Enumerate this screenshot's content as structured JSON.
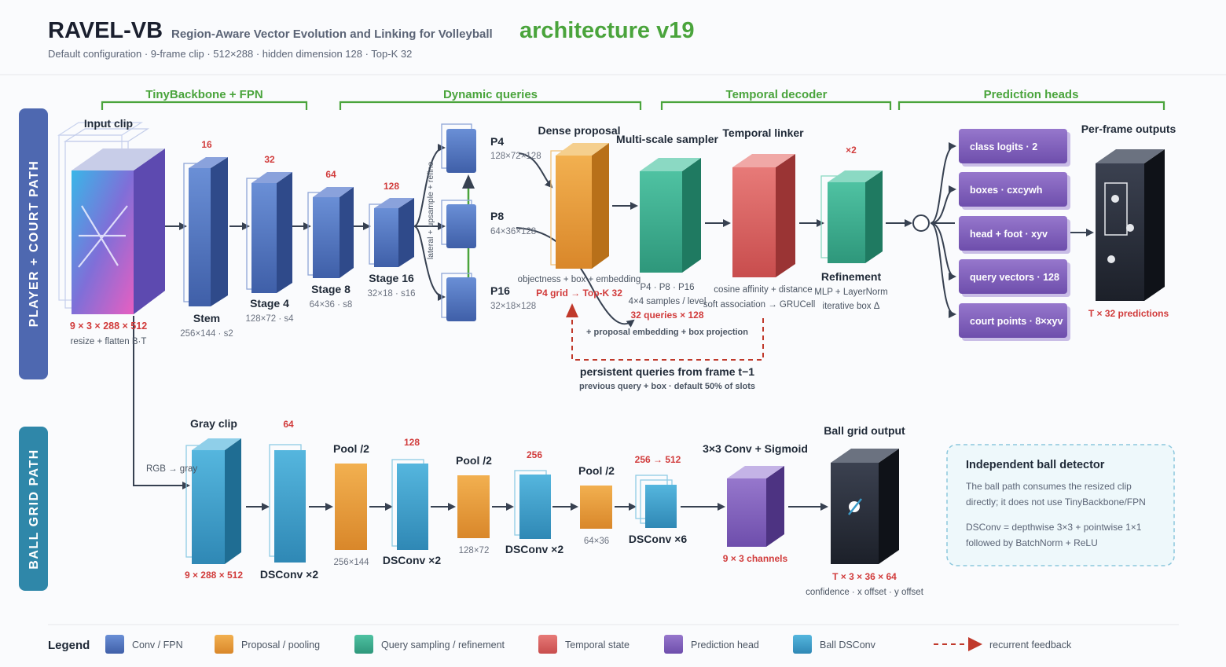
{
  "header": {
    "title": "RAVEL-VB",
    "subtitle": "Region-Aware Vector Evolution and Linking for Volleyball",
    "version": "architecture v19",
    "caption": "Default configuration · 9-frame clip · 512×288 · hidden dimension 128 · Top-K 32"
  },
  "groups": [
    "TinyBackbone + FPN",
    "Dynamic queries",
    "Temporal decoder",
    "Prediction heads"
  ],
  "paths": {
    "player": "PLAYER + COURT PATH",
    "ball": "BALL GRID PATH"
  },
  "top": {
    "input": {
      "label": "Input clip",
      "shape": "9 × 3 × 288 × 512",
      "note": "resize + flatten B·T"
    },
    "stem": {
      "channels": "16",
      "label": "Stem",
      "dim": "256×144 · s2"
    },
    "stage4": {
      "channels": "32",
      "label": "Stage 4",
      "dim": "128×72 · s4"
    },
    "stage8": {
      "channels": "64",
      "label": "Stage 8",
      "dim": "64×36 · s8"
    },
    "stage16": {
      "channels": "128",
      "label": "Stage 16",
      "dim": "32×18 · s16"
    },
    "fpn_note": "lateral + upsample + refine",
    "p4": {
      "label": "P4",
      "dim": "128×72×128"
    },
    "p8": {
      "label": "P8",
      "dim": "64×36×128"
    },
    "p16": {
      "label": "P16",
      "dim": "32×18×128"
    },
    "dense": {
      "label": "Dense proposal",
      "note": "objectness + box + embedding",
      "red": "P4 grid → Top-K 32"
    },
    "sampler": {
      "label": "Multi-scale sampler",
      "levels": "P4 · P8 · P16",
      "note": "4×4 samples / level",
      "red": "32 queries × 128"
    },
    "linker": {
      "label": "Temporal linker",
      "note1": "cosine affinity + distance",
      "note2": "soft association → GRUCell"
    },
    "refine": {
      "times": "×2",
      "label": "Refinement",
      "note1": "MLP + LayerNorm",
      "note2": "iterative box Δ"
    },
    "heads": [
      "class logits · 2",
      "boxes · cxcywh",
      "head + foot · xyv",
      "query vectors · 128",
      "court points · 8×xyv"
    ],
    "outputs": {
      "label": "Per-frame outputs",
      "red": "T × 32 predictions"
    },
    "feedback": {
      "note": "+ proposal embedding + box projection",
      "label": "persistent queries from frame t−1",
      "sub": "previous query + box · default 50% of slots"
    }
  },
  "bottom": {
    "gray": {
      "label": "Gray clip",
      "channels": "64",
      "rgb": "RGB → gray",
      "shape": "9 × 288 × 512"
    },
    "ds1": {
      "label": "DSConv ×2"
    },
    "pool1": {
      "label": "Pool /2",
      "dim": "256×144"
    },
    "ds2": {
      "channels": "128",
      "label": "DSConv ×2"
    },
    "pool2": {
      "label": "Pool /2",
      "dim": "128×72"
    },
    "ds3": {
      "channels": "256",
      "label": "DSConv ×2"
    },
    "pool3": {
      "label": "Pool /2",
      "dim": "64×36"
    },
    "ds4": {
      "channels": "256 → 512",
      "label": "DSConv ×6"
    },
    "conv": {
      "label": "3×3 Conv + Sigmoid",
      "red": "9 × 3 channels"
    },
    "grid": {
      "label": "Ball grid output",
      "red": "T × 3 × 36 × 64",
      "note": "confidence · x offset · y offset"
    }
  },
  "ball_box": {
    "title": "Independent ball detector",
    "line1": "The ball path consumes the resized clip",
    "line2": "directly; it does not use TinyBackbone/FPN",
    "line3": "DSConv = depthwise 3×3 + pointwise 1×1",
    "line4": "followed by BatchNorm + ReLU"
  },
  "legend": {
    "title": "Legend",
    "items": [
      "Conv / FPN",
      "Proposal / pooling",
      "Query sampling / refinement",
      "Temporal state",
      "Prediction head",
      "Ball DSConv",
      "recurrent feedback"
    ]
  },
  "colors": {
    "conv": "#4d6fb8",
    "proposal": "#e39a36",
    "query": "#3fae90",
    "temporal": "#d8605f",
    "head": "#7d5bb5",
    "ball": "#3b9bc8",
    "green": "#4aa43c",
    "red": "#d13b3b",
    "dark": "#374151"
  }
}
